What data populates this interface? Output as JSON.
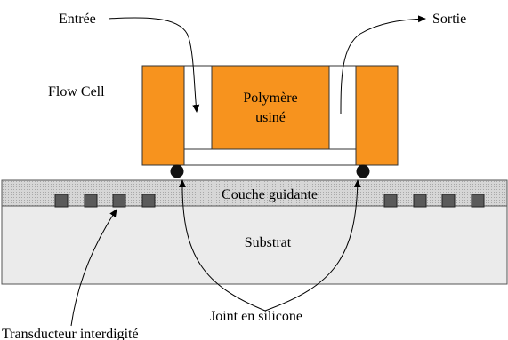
{
  "diagram": {
    "labels": {
      "entree": "Entrée",
      "sortie": "Sortie",
      "flow_cell": "Flow Cell",
      "polymere_line1": "Polymère",
      "polymere_line2": "usiné",
      "couche_guidante": "Couche guidante",
      "substrat": "Substrat",
      "joint": "Joint en silicone",
      "transducteur": "Transducteur interdigité"
    },
    "colors": {
      "flow_cell_orange": "#F7931E",
      "guiding_layer_gray": "#CFCFCF",
      "substrate_gray": "#EBEBEB",
      "electrode_gray": "#555555",
      "seal_black": "#111111"
    }
  }
}
